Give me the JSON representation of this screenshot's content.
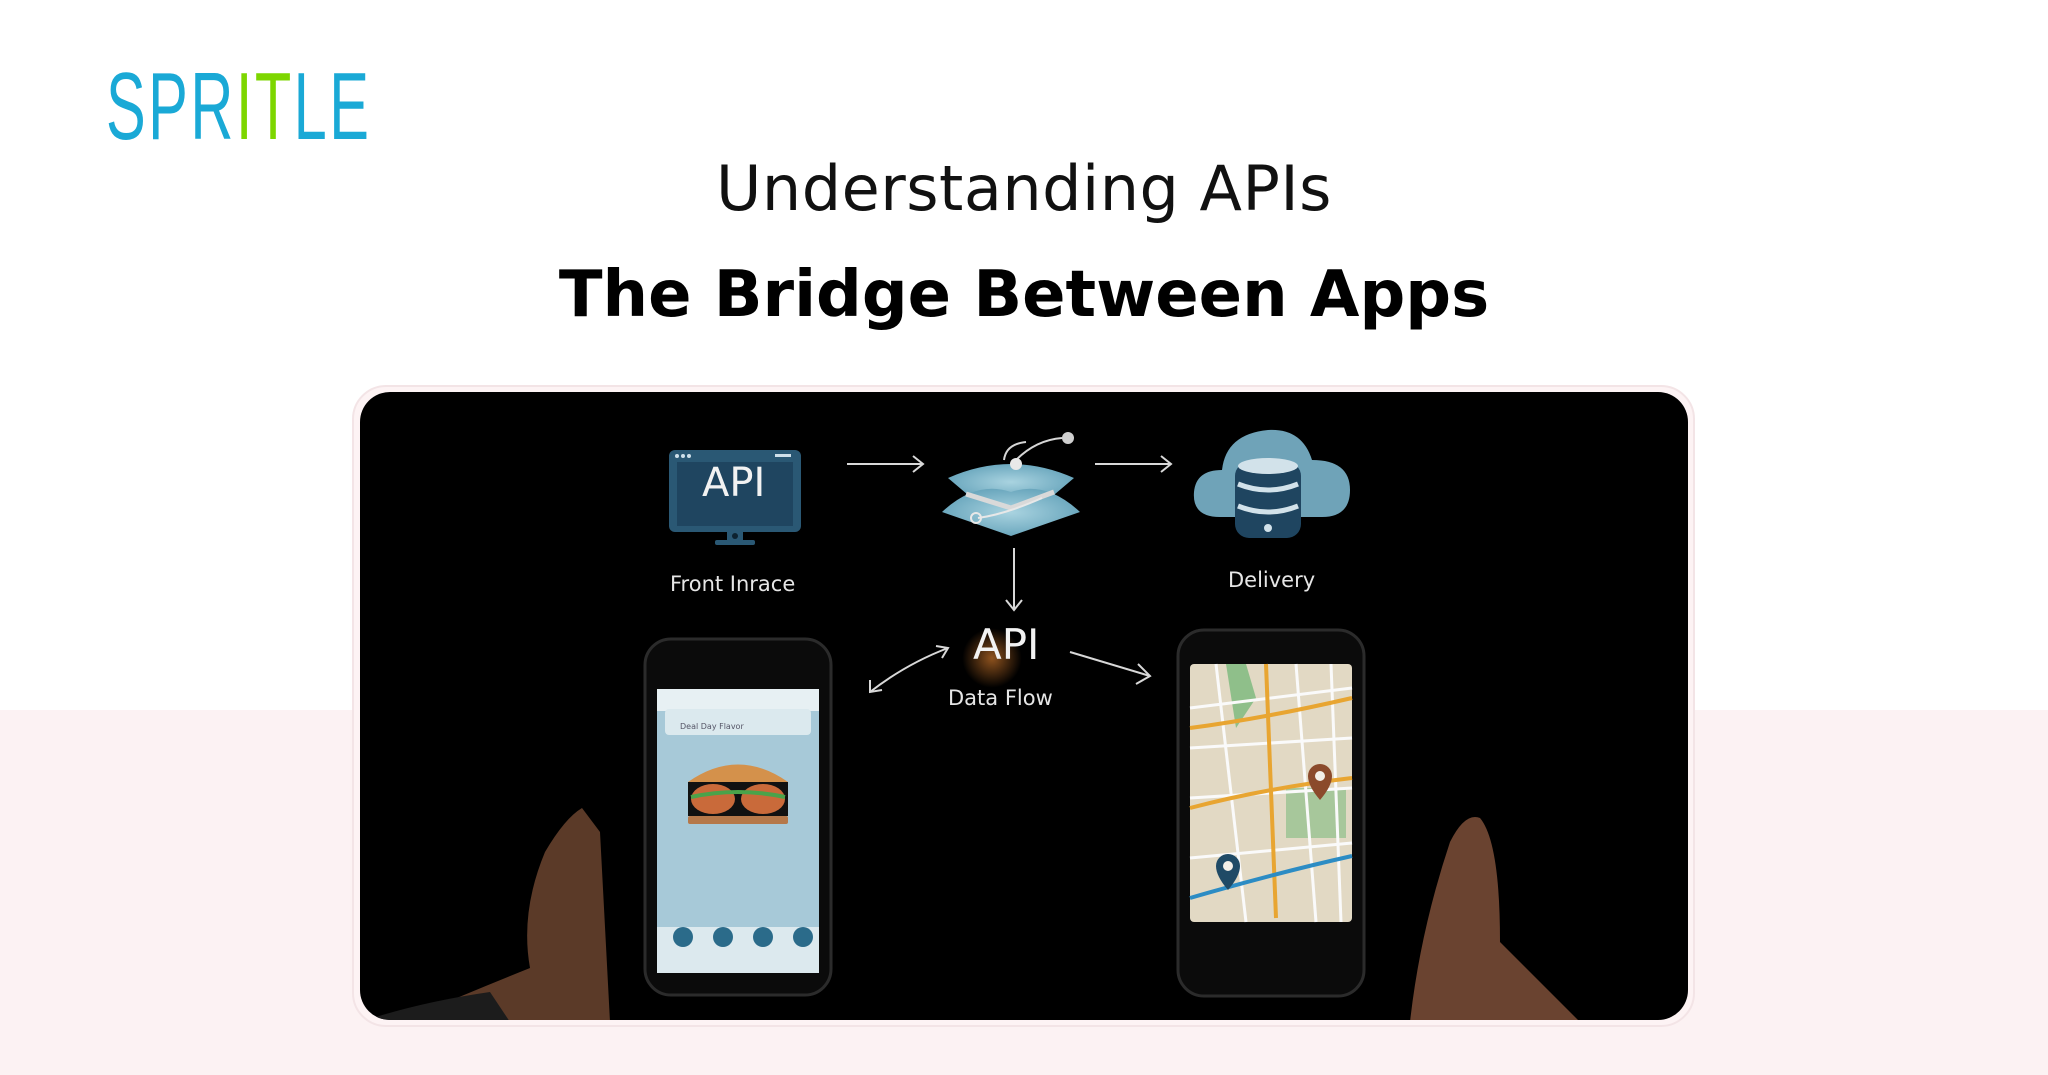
{
  "brand": {
    "logo_parts": [
      "SPR",
      "IT",
      "LE"
    ],
    "logo_colors": {
      "primary": "#1aa9d6",
      "accent": "#7dd600"
    }
  },
  "header": {
    "title": "Understanding APIs",
    "subtitle": "The Bridge Between Apps"
  },
  "illustration": {
    "background": "#000000",
    "nodes": {
      "monitor_screen_text": "API",
      "monitor_label": "Front Inrace",
      "cloud_label": "Delivery",
      "center_title": "API",
      "center_label": "Data Flow"
    },
    "phone_left": {
      "status_left": "••••",
      "status_center": "••••••",
      "search_placeholder": "Deal Day Flavor",
      "content": "burger-image",
      "dock_icons": [
        "phone-icon",
        "navigate-icon",
        "target-icon",
        "circle-icon"
      ]
    },
    "phone_right": {
      "status_left": "••••",
      "status_center": "•••••",
      "content": "city-map",
      "pins": [
        "destination-pin",
        "origin-pin"
      ]
    },
    "colors": {
      "icon_fill": "#6fa3b8",
      "icon_dark": "#234a63",
      "route_orange": "#e8a531",
      "route_blue": "#2c8cc4",
      "pin_brown": "#8b4a2b",
      "pin_navy": "#1f4a66"
    }
  }
}
